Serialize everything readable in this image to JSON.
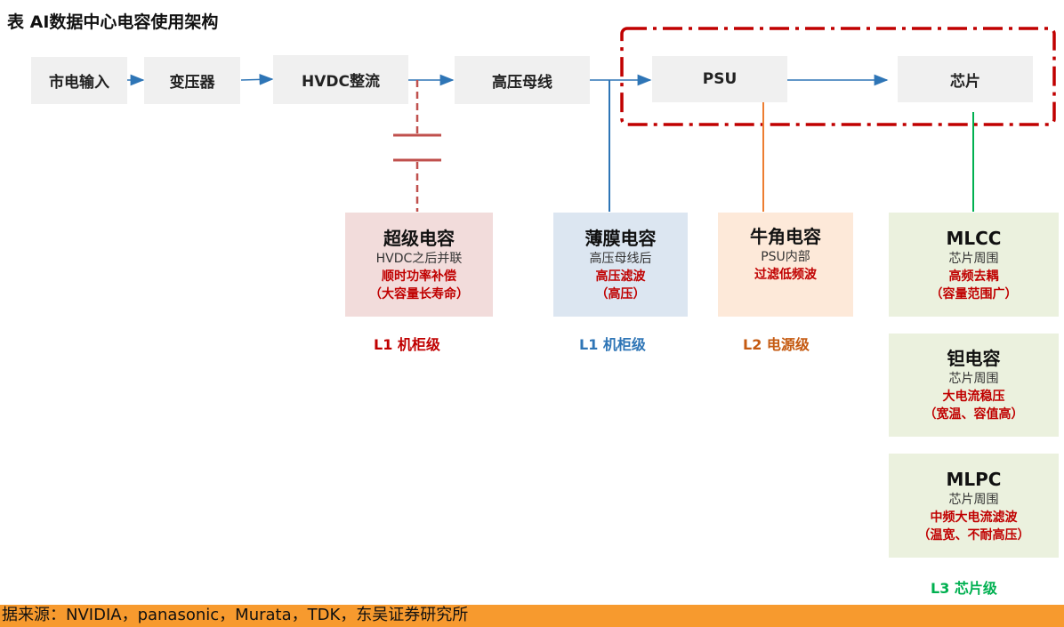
{
  "title": "表 AI数据中心电容使用架构",
  "flow": {
    "mains": "市电输入",
    "transformer": "变压器",
    "hvdc": "HVDC整流",
    "bus": "高压母线",
    "psu": "PSU",
    "chip": "芯片"
  },
  "capacitors": {
    "supercap": {
      "name": "超级电容",
      "desc": "HVDC之后并联",
      "role1": "顺时功率补偿",
      "role2": "（大容量长寿命）"
    },
    "film": {
      "name": "薄膜电容",
      "desc": "高压母线后",
      "role1": "高压滤波",
      "role2": "（高压）"
    },
    "electrolytic": {
      "name": "牛角电容",
      "desc": "PSU内部",
      "role1": "过滤低频波"
    },
    "mlcc": {
      "name": "MLCC",
      "desc": "芯片周围",
      "role1": "高频去耦",
      "role2": "（容量范围广）"
    },
    "tantalum": {
      "name": "钽电容",
      "desc": "芯片周围",
      "role1": "大电流稳压",
      "role2": "（宽温、容值高）"
    },
    "mlpc": {
      "name": "MLPC",
      "desc": "芯片周围",
      "role1": "中频大电流滤波",
      "role2": "（温宽、不耐高压）"
    }
  },
  "levels": {
    "l1_red": "L1 机柜级",
    "l1_blue": "L1 机柜级",
    "l2": "L2 电源级",
    "l3": "L3 芯片级"
  },
  "footer": "据来源：NVIDIA，panasonic，Murata，TDK，东吴证券研究所",
  "colors": {
    "red_level": "#c00000",
    "blue_level": "#2e75b6",
    "orange_level": "#c55a11",
    "green_level": "#00b050",
    "supercap_bg": "#f2dcdb",
    "film_bg": "#dce6f1",
    "electrolytic_bg": "#fde9d9",
    "chip_caps_bg": "#ebf1de",
    "footer_bar": "#f79a2e"
  }
}
